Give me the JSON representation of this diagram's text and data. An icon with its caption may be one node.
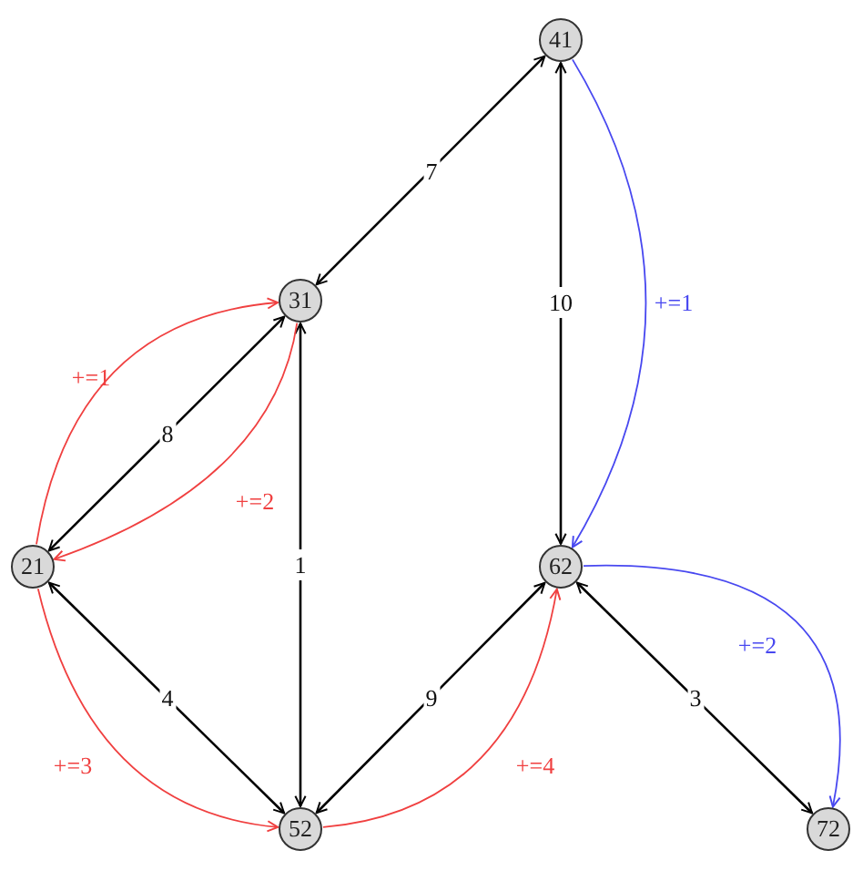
{
  "diagram": {
    "nodes": [
      {
        "text": [
          "41"
        ]
      },
      {
        "text": [
          "31"
        ]
      },
      {
        "text": [
          "21"
        ]
      },
      {
        "text": [
          "62"
        ]
      },
      {
        "text": [
          "52"
        ]
      },
      {
        "text": [
          "72"
        ]
      }
    ],
    "edges": [
      {
        "from": 1,
        "to": 0,
        "arrow": "both",
        "label": "7"
      },
      {
        "from": 0,
        "to": 3,
        "arrow": "both",
        "label": "10"
      },
      {
        "from": 2,
        "to": 1,
        "arrow": "both",
        "label": "8"
      },
      {
        "from": 1,
        "to": 4,
        "arrow": "both",
        "label": "1"
      },
      {
        "from": 2,
        "to": 4,
        "arrow": "both",
        "label": "4"
      },
      {
        "from": 4,
        "to": 3,
        "arrow": "both",
        "label": "9"
      },
      {
        "from": 3,
        "to": 5,
        "arrow": "both",
        "label": "3"
      },
      {
        "from": 2,
        "to": 1,
        "arrow": "to",
        "label": "+=1",
        "color": "#f04040"
      },
      {
        "from": 1,
        "to": 2,
        "arrow": "to",
        "label": "+=2",
        "color": "#f04040"
      },
      {
        "from": 2,
        "to": 4,
        "arrow": "to",
        "label": "+=3",
        "color": "#f04040"
      },
      {
        "from": 4,
        "to": 3,
        "arrow": "to",
        "label": "+=4",
        "color": "#f04040"
      },
      {
        "from": 0,
        "to": 3,
        "arrow": "to",
        "label": "+=1",
        "color": "#4848f0"
      },
      {
        "from": 3,
        "to": 5,
        "arrow": "to",
        "label": "+=2",
        "color": "#4848f0"
      }
    ]
  }
}
